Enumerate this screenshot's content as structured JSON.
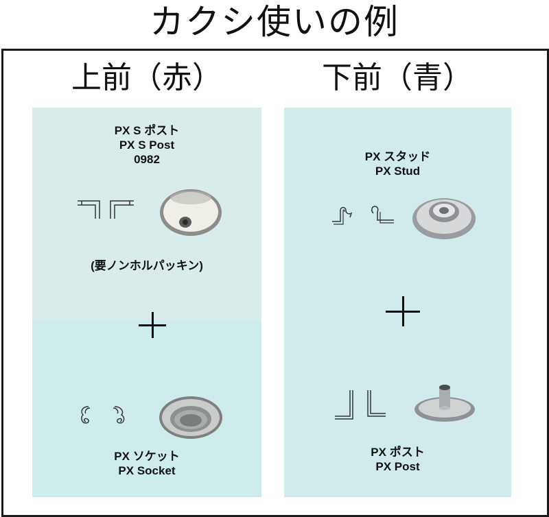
{
  "title": "カクシ使いの例",
  "left": {
    "heading": "上前（赤）",
    "top_part": {
      "name_ja": "PX S ポスト",
      "name_en": "PX S Post",
      "code": "0982"
    },
    "note": "(要ノンホルパッキン)",
    "bottom_part": {
      "name_ja": "PX ソケット",
      "name_en": "PX Socket"
    }
  },
  "right": {
    "heading": "下前（青）",
    "top_part": {
      "name_ja": "PX スタッド",
      "name_en": "PX Stud"
    },
    "bottom_part": {
      "name_ja": "PX ポスト",
      "name_en": "PX Post"
    }
  },
  "colors": {
    "panel_left": "#d9eceb",
    "panel_left_bottom": "#cfeced",
    "panel_right": "#d1ebed",
    "frame": "#1a1a1a"
  },
  "icons": {
    "plus": "plus-icon"
  }
}
